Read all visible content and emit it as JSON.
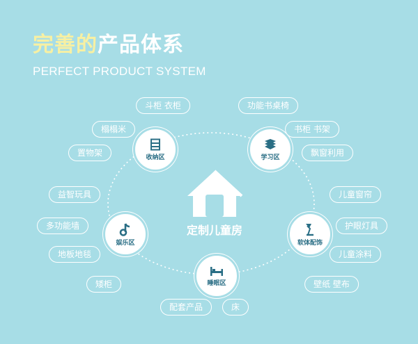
{
  "title": {
    "highlight": "完善的",
    "rest": "产品体系",
    "english": "PERFECT PRODUCT SYSTEM"
  },
  "center": {
    "label": "定制儿童房",
    "icon": "house-icon"
  },
  "hubs": {
    "storage": {
      "label": "收纳区",
      "icon": "storage-icon"
    },
    "study": {
      "label": "学习区",
      "icon": "books-icon"
    },
    "entertainment": {
      "label": "娱乐区",
      "icon": "music-note-icon"
    },
    "soft": {
      "label": "软体配饰",
      "icon": "desk-lamp-icon"
    },
    "sleep": {
      "label": "睡眠区",
      "icon": "bed-icon"
    }
  },
  "tags": {
    "t1": "斗柜 衣柜",
    "t2": "榻榻米",
    "t3": "置物架",
    "t4": "功能书桌椅",
    "t5": "书柜 书架",
    "t6": "飘窗利用",
    "t7": "益智玩具",
    "t8": "多功能墙",
    "t9": "地板地毯",
    "t10": "矮柜",
    "t11": "儿童窗帘",
    "t12": "护眼灯具",
    "t13": "儿童涂料",
    "t14": "壁纸 壁布",
    "t15": "配套产品",
    "t16": "床"
  },
  "colors": {
    "background": "#a7dde6",
    "highlight": "#f7f0a3",
    "icon": "#2a6e85",
    "white": "#ffffff"
  }
}
